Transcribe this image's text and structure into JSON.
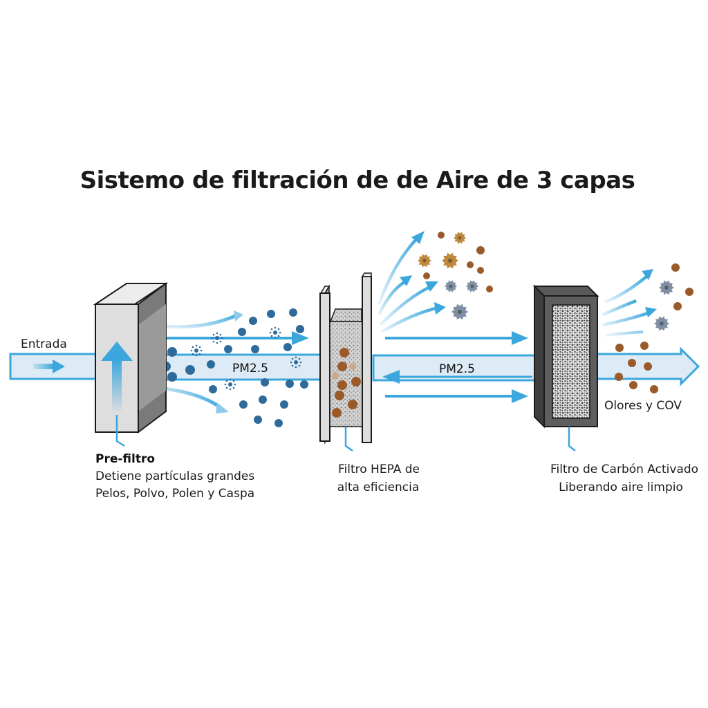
{
  "title": "Sistemo de filtración de de Aire de 3 capas",
  "colors": {
    "air_blue": "#3ba7dd",
    "air_band_fill": "#dcebf5",
    "particle_blue": "#2f6b9a",
    "particle_brown": "#9a5a2a",
    "particle_tan": "#c08a3e",
    "gear_gray": "#7f8fa3",
    "filter_light": "#dcdcdc",
    "filter_dark": "#4a4a4a"
  },
  "inlet": {
    "label": "Entrada"
  },
  "stages": [
    {
      "id": "pre-filter",
      "title": "Pre-filtro",
      "lines": [
        "Detiene partículas grandes",
        "Pelos, Polvo, Polen y Caspa"
      ]
    },
    {
      "id": "hepa-filter",
      "lines": [
        "Filtro HEPA de",
        "alta eficiencia"
      ]
    },
    {
      "id": "carbon-filter",
      "lines": [
        "Filtro de Carbón Activado",
        "Liberando aire limpio"
      ]
    }
  ],
  "flow_labels": {
    "after_prefilter": "PM2.5",
    "after_hepa": "PM2.5",
    "outlet": "Olores y COV"
  }
}
